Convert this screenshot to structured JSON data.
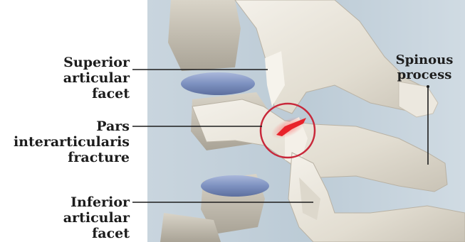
{
  "labels": {
    "superior_articular_facet": [
      "Superior",
      "articular",
      "facet"
    ],
    "pars_fracture": [
      "Pars",
      "interarticularis",
      "fracture"
    ],
    "inferior_articular_facet": [
      "Inferior",
      "articular",
      "facet"
    ],
    "spinous_process": [
      "Spinous",
      "process"
    ]
  },
  "colors": {
    "background": "#c5d2dc",
    "bone": "#e8e4da",
    "disc": "#8c9fc8",
    "fracture": "#e8222a",
    "highlight_circle": "#c8283a",
    "leader_line": "#1c1c1c"
  }
}
